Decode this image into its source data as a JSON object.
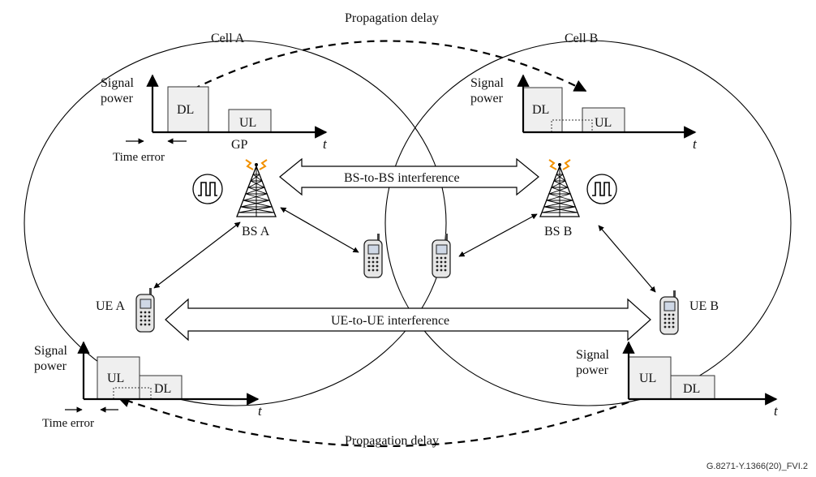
{
  "cells": {
    "a": {
      "label": "Cell A"
    },
    "b": {
      "label": "Cell B"
    }
  },
  "propagation": {
    "top": "Propagation delay",
    "bottom": "Propagation delay"
  },
  "interference": {
    "bs": "BS-to-BS interference",
    "ue": "UE-to-UE interference"
  },
  "base_stations": {
    "a": "BS A",
    "b": "BS B"
  },
  "user_equipment": {
    "a": "UE A",
    "b": "UE B"
  },
  "charts": {
    "top_left": {
      "y_line1": "Signal",
      "y_line2": "power",
      "x_axis": "t",
      "dl": "DL",
      "ul": "UL",
      "gap": "GP",
      "error": "Time error"
    },
    "top_right": {
      "y_line1": "Signal",
      "y_line2": "power",
      "x_axis": "t",
      "dl": "DL",
      "ul": "UL"
    },
    "bottom_left": {
      "y_line1": "Signal",
      "y_line2": "power",
      "x_axis": "t",
      "ul": "UL",
      "dl": "DL",
      "error": "Time error"
    },
    "bottom_right": {
      "y_line1": "Signal",
      "y_line2": "power",
      "x_axis": "t",
      "ul": "UL",
      "dl": "DL"
    }
  },
  "figure_id": "G.8271-Y.1366(20)_FVI.2",
  "colors": {
    "box_fill": "#efefef",
    "antenna_spark": "#f29100"
  },
  "icons": [
    "sync-pulse-icon",
    "base-station-tower-icon",
    "mobile-phone-icon"
  ]
}
